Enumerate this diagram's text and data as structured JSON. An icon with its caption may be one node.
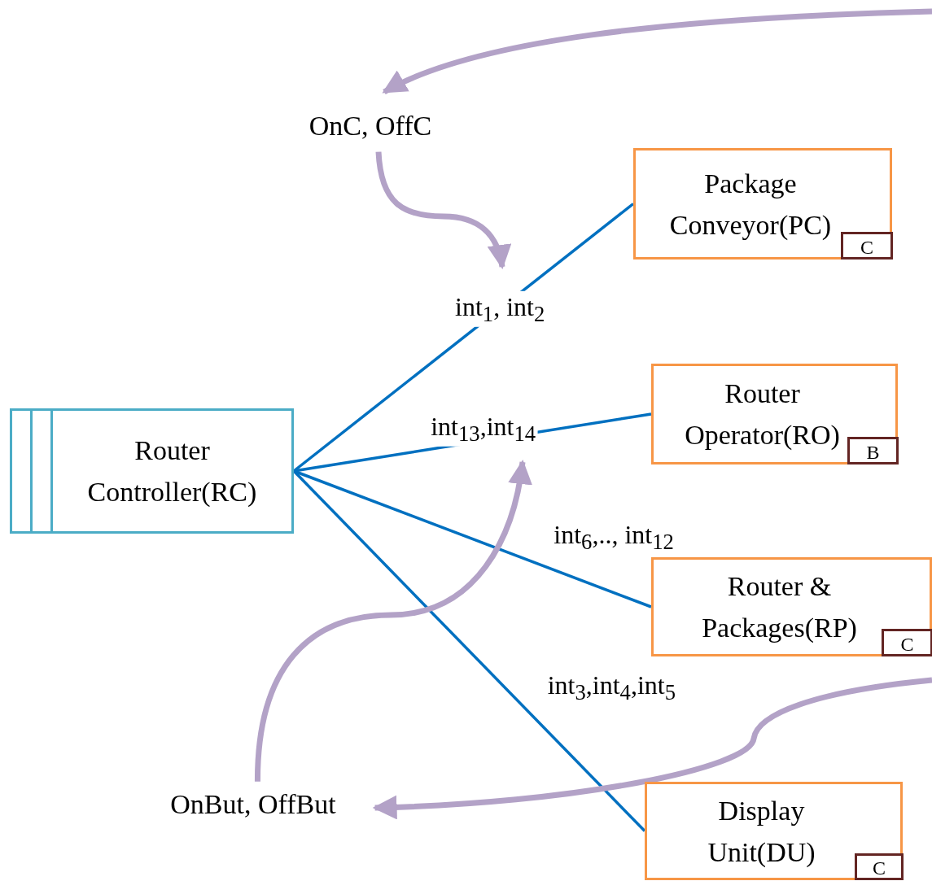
{
  "diagram": {
    "nodes": [
      {
        "text": [
          "OnC, OffC"
        ]
      },
      {
        "text": [
          "Package Conveyor(PC)"
        ]
      },
      {
        "text": [
          "C"
        ],
        "in": 1
      },
      {
        "text": [
          "Router Operator(RO)"
        ]
      },
      {
        "text": [
          "B"
        ],
        "in": 3
      },
      {
        "text": [
          "Router Controller(RC)"
        ]
      },
      {
        "text": [
          "Router & Packages(RP)"
        ]
      },
      {
        "text": [
          "C"
        ],
        "in": 6
      },
      {
        "text": [
          "OnBut, OffBut"
        ]
      },
      {
        "text": [
          "Display Unit(DU)"
        ]
      },
      {
        "text": [
          "C"
        ],
        "in": 9
      }
    ],
    "edges": [
      {
        "from": 5,
        "to": 1,
        "arrow": "none",
        "label": "int$_{1}$, int$_{2}$"
      },
      {
        "from": 5,
        "to": 3,
        "arrow": "none",
        "label": "int$_{13}$,int$_{14}$"
      },
      {
        "from": 5,
        "to": 6,
        "arrow": "none",
        "label": "int$_{6}$,.., int$_{12}$"
      },
      {
        "from": 5,
        "to": 9,
        "arrow": "none",
        "label": "int$_{3}$,int$_{4}$,int$_{5}$"
      },
      {
        "from": null,
        "to": 0,
        "arrow": "to",
        "style": "thick",
        "color": "#b3a2c7"
      },
      {
        "from": 0,
        "to": null,
        "arrow": "to",
        "style": "thick",
        "color": "#b3a2c7"
      },
      {
        "from": 8,
        "to": null,
        "arrow": "to",
        "style": "thick",
        "color": "#b3a2c7"
      },
      {
        "from": null,
        "to": 8,
        "arrow": "to",
        "style": "thick",
        "color": "#b3a2c7"
      }
    ]
  }
}
